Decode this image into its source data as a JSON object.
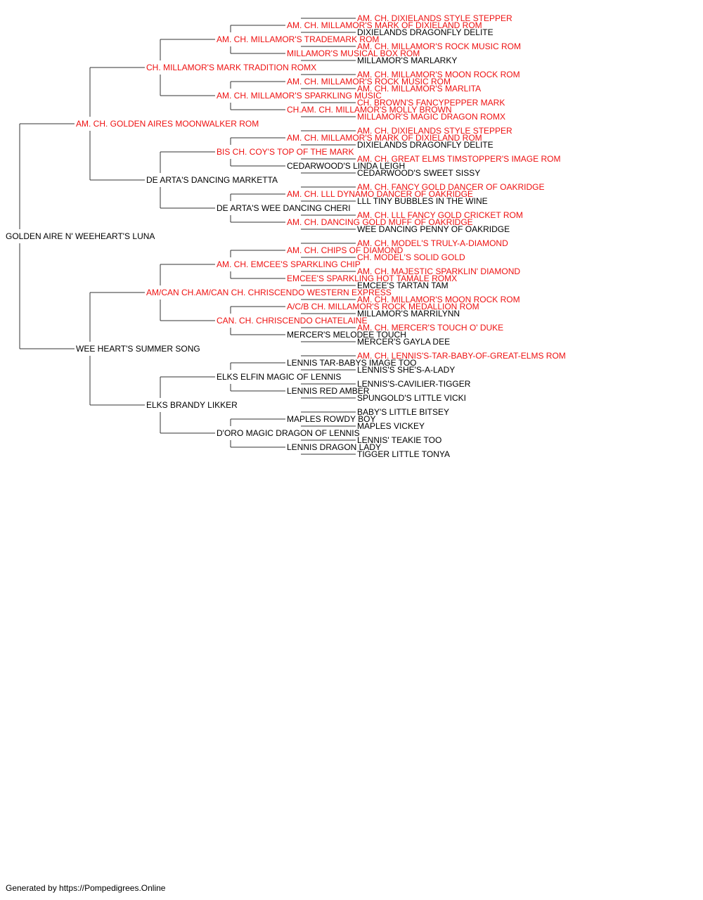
{
  "colors": {
    "champion": "#ee1111",
    "normal": "#000000",
    "line": "#333333"
  },
  "footer": "Generated by https://Pompedigrees.Online",
  "pedigree": {
    "name": "GOLDEN AIRE N' WEEHEART'S LUNA",
    "ch": false,
    "sire": {
      "name": "AM. CH. GOLDEN AIRES MOONWALKER ROM",
      "ch": true,
      "sire": {
        "name": "CH. MILLAMOR'S MARK TRADITION ROMX",
        "ch": true,
        "sire": {
          "name": "AM. CH. MILLAMOR'S TRADEMARK ROM",
          "ch": true,
          "sire": {
            "name": "AM. CH. MILLAMOR'S MARK OF DIXIELAND ROM",
            "ch": true,
            "sire": {
              "name": "AM. CH. DIXIELANDS STYLE STEPPER",
              "ch": true
            },
            "dam": {
              "name": "DIXIELANDS DRAGONFLY DELITE",
              "ch": false
            }
          },
          "dam": {
            "name": "MILLAMOR'S MUSICAL BOX ROM",
            "ch": true,
            "sire": {
              "name": "AM. CH. MILLAMOR'S ROCK MUSIC ROM",
              "ch": true
            },
            "dam": {
              "name": "MILLAMOR'S MARLARKY",
              "ch": false
            }
          }
        },
        "dam": {
          "name": "AM. CH. MILLAMOR'S SPARKLING MUSIC",
          "ch": true,
          "sire": {
            "name": "AM. CH. MILLAMOR'S ROCK MUSIC ROM",
            "ch": true,
            "sire": {
              "name": "AM. CH. MILLAMOR'S MOON ROCK ROM",
              "ch": true
            },
            "dam": {
              "name": "AM. CH. MILLAMOR'S MARLITA",
              "ch": true
            }
          },
          "dam": {
            "name": "CH.AM. CH. MILLAMOR'S MOLLY BROWN",
            "ch": true,
            "sire": {
              "name": "CH. BROWN'S FANCYPEPPER MARK",
              "ch": true
            },
            "dam": {
              "name": "MILLAMOR'S MAGIC DRAGON ROMX",
              "ch": true
            }
          }
        }
      },
      "dam": {
        "name": "DE ARTA'S DANCING MARKETTA",
        "ch": false,
        "sire": {
          "name": "BIS CH. COY'S TOP OF THE MARK",
          "ch": true,
          "sire": {
            "name": "AM. CH. MILLAMOR'S MARK OF DIXIELAND ROM",
            "ch": true,
            "sire": {
              "name": "AM. CH. DIXIELANDS STYLE STEPPER",
              "ch": true
            },
            "dam": {
              "name": "DIXIELANDS DRAGONFLY DELITE",
              "ch": false
            }
          },
          "dam": {
            "name": "CEDARWOOD'S LINDA LEIGH",
            "ch": false,
            "sire": {
              "name": "AM. CH. GREAT ELMS TIMSTOPPER'S IMAGE ROM",
              "ch": true
            },
            "dam": {
              "name": "CEDARWOOD'S SWEET SISSY",
              "ch": false
            }
          }
        },
        "dam": {
          "name": "DE ARTA'S WEE DANCING CHERI",
          "ch": false,
          "sire": {
            "name": "AM. CH. LLL DYNAMO DANCER OF OAKRIDGE",
            "ch": true,
            "sire": {
              "name": "AM. CH. FANCY GOLD DANCER OF OAKRIDGE",
              "ch": true
            },
            "dam": {
              "name": "LLL TINY BUBBLES IN THE WINE",
              "ch": false
            }
          },
          "dam": {
            "name": "AM. CH. DANCING GOLD MUFF OF OAKRIDGE",
            "ch": true,
            "sire": {
              "name": "AM. CH. LLL FANCY GOLD CRICKET ROM",
              "ch": true
            },
            "dam": {
              "name": "WEE DANCING PENNY OF OAKRIDGE",
              "ch": false
            }
          }
        }
      }
    },
    "dam": {
      "name": "WEE HEART'S SUMMER SONG",
      "ch": false,
      "sire": {
        "name": "AM/CAN CH.AM/CAN CH. CHRISCENDO WESTERN EXPRESS",
        "ch": true,
        "sire": {
          "name": "AM. CH. EMCEE'S SPARKLING CHIP",
          "ch": true,
          "sire": {
            "name": "AM. CH. CHIPS OF DIAMOND",
            "ch": true,
            "sire": {
              "name": "AM. CH. MODEL'S TRULY-A-DIAMOND",
              "ch": true
            },
            "dam": {
              "name": "CH. MODEL'S SOLID GOLD",
              "ch": true
            }
          },
          "dam": {
            "name": "EMCEE'S SPARKLING HOT TAMALE ROMX",
            "ch": true,
            "sire": {
              "name": "AM. CH. MAJESTIC SPARKLIN' DIAMOND",
              "ch": true
            },
            "dam": {
              "name": "EMCEE'S TARTAN TAM",
              "ch": false
            }
          }
        },
        "dam": {
          "name": "CAN. CH. CHRISCENDO CHATELAINE",
          "ch": true,
          "sire": {
            "name": "A/C/B CH. MILLAMOR'S ROCK MEDALLION ROM",
            "ch": true,
            "sire": {
              "name": "AM. CH. MILLAMOR'S MOON ROCK ROM",
              "ch": true
            },
            "dam": {
              "name": "MILLAMOR'S MARRILYNN",
              "ch": false
            }
          },
          "dam": {
            "name": "MERCER'S MELODEE TOUCH",
            "ch": false,
            "sire": {
              "name": "AM. CH. MERCER'S TOUCH O' DUKE",
              "ch": true
            },
            "dam": {
              "name": "MERCER'S GAYLA DEE",
              "ch": false
            }
          }
        }
      },
      "dam": {
        "name": "ELKS BRANDY LIKKER",
        "ch": false,
        "sire": {
          "name": "ELKS ELFIN MAGIC OF LENNIS",
          "ch": false,
          "sire": {
            "name": "LENNIS TAR-BABYS IMAGE TOO",
            "ch": false,
            "sire": {
              "name": "AM. CH. LENNIS'S-TAR-BABY-OF-GREAT-ELMS ROM",
              "ch": true
            },
            "dam": {
              "name": "LENNIS'S SHE'S-A-LADY",
              "ch": false
            }
          },
          "dam": {
            "name": "LENNIS RED AMBER",
            "ch": false,
            "sire": {
              "name": "LENNIS'S-CAVILIER-TIGGER",
              "ch": false
            },
            "dam": {
              "name": "SPUNGOLD'S LITTLE VICKI",
              "ch": false
            }
          }
        },
        "dam": {
          "name": "D'ORO MAGIC DRAGON OF LENNIS",
          "ch": false,
          "sire": {
            "name": "MAPLES ROWDY BOY",
            "ch": false,
            "sire": {
              "name": "BABY'S LITTLE BITSEY",
              "ch": false
            },
            "dam": {
              "name": "MAPLES VICKEY",
              "ch": false
            }
          },
          "dam": {
            "name": "LENNIS DRAGON LADY",
            "ch": false,
            "sire": {
              "name": "LENNIS' TEAKIE TOO",
              "ch": false
            },
            "dam": {
              "name": "TIGGER LITTLE TONYA",
              "ch": false
            }
          }
        }
      }
    }
  }
}
